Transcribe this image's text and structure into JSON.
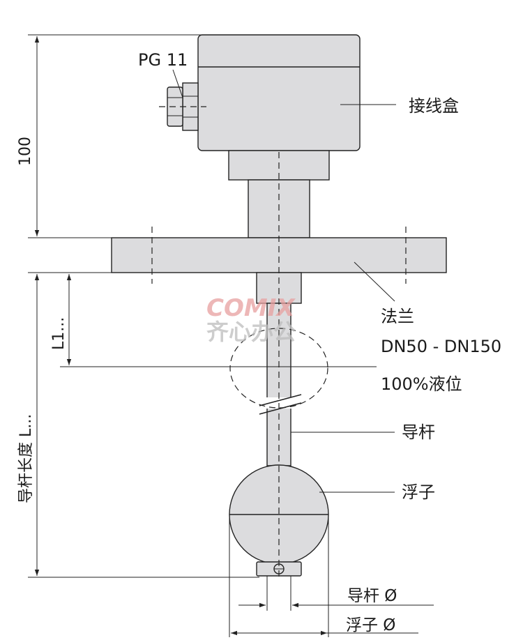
{
  "labels": {
    "pg_thread": "PG 11",
    "junction_box": "接线盒",
    "flange": "法兰",
    "flange_range": "DN50 - DN150",
    "level_100": "100%液位",
    "guide_rod": "导杆",
    "float": "浮子",
    "rod_diameter": "导杆 Ø",
    "float_diameter": "浮子 Ø"
  },
  "dimensions": {
    "head_height": "100",
    "l1": "L1...",
    "rod_length": "导杆长度 L..."
  },
  "watermark": {
    "logo": "COMIX",
    "text": "齐心办公",
    "color": "#d94a4a"
  },
  "colors": {
    "part_fill": "#dcdcde",
    "line": "#222222"
  }
}
